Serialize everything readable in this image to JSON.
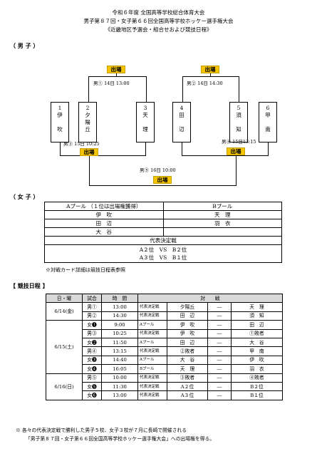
{
  "header": {
    "line1": "令和６年度 全国高等学校総合体育大会",
    "line2": "男子第８７回・女子第６６回全国高等学校ホッケー選手権大会",
    "line3": "《近畿地区予選会・組合せおよび競技日程》"
  },
  "men": {
    "heading": "（ 男 子 ）",
    "badge": "出場",
    "matches": {
      "m1": "男① 14日 13:00",
      "m2": "男② 14日 14:30",
      "m3": "男③ 15日 10:25",
      "m4": "男④ 15日13:15",
      "m5": "男⑤ 16日 10:00"
    },
    "teams": [
      {
        "num": "1",
        "name1": "伊",
        "name2": "",
        "name3": "吹"
      },
      {
        "num": "2",
        "name1": "夕",
        "name2": "陽",
        "name3": "丘"
      },
      {
        "num": "3",
        "name1": "天",
        "name2": "",
        "name3": "理"
      },
      {
        "num": "4",
        "name1": "田",
        "name2": "",
        "name3": "辺"
      },
      {
        "num": "5",
        "name1": "須",
        "name2": "",
        "name3": "知"
      },
      {
        "num": "6",
        "name1": "甲",
        "name2": "",
        "name3": "南"
      }
    ]
  },
  "women": {
    "heading": "（ 女 子 ）",
    "poolA": {
      "title": "Aプール （１位は出場権獲得）",
      "teams": [
        "伊　吹",
        "田　辺",
        "大　谷"
      ]
    },
    "poolB": {
      "title": "Bプール",
      "teams": [
        "天　理",
        "羽　衣",
        ""
      ]
    },
    "playoff": {
      "title": "代表決定戦",
      "line1": "A２位　VS　B２位",
      "line2": "A３位　VS　B１位"
    },
    "note": "※対戦カード詳細は競技日程表参照"
  },
  "schedule": {
    "heading": "【 競技日程 】",
    "headers": [
      "日・曜",
      "試合",
      "時　間",
      "対　　戦"
    ],
    "days": [
      {
        "date": "6/14(金)",
        "rows": [
          {
            "game": "男①",
            "time": "13:00",
            "cat": "代表決定戦",
            "a": "夕陽丘",
            "vs": "―",
            "b": "天　理"
          },
          {
            "game": "男②",
            "time": "14:30",
            "cat": "代表決定戦",
            "a": "田　辺",
            "vs": "―",
            "b": "須　知"
          }
        ]
      },
      {
        "date": "6/15(土)",
        "rows": [
          {
            "game": "女❶",
            "time": "9:00",
            "cat": "Aプール",
            "a": "伊　吹",
            "vs": "―",
            "b": "田　辺"
          },
          {
            "game": "男③",
            "time": "10:25",
            "cat": "代表決定戦",
            "a": "伊　吹",
            "vs": "―",
            "b": "①敗者"
          },
          {
            "game": "女❷",
            "time": "11:50",
            "cat": "Aプール",
            "a": "田　辺",
            "vs": "―",
            "b": "大　谷"
          },
          {
            "game": "男④",
            "time": "13:15",
            "cat": "代表決定戦",
            "a": "②敗者",
            "vs": "―",
            "b": "甲　南"
          },
          {
            "game": "女❸",
            "time": "14:40",
            "cat": "Aプール",
            "a": "大　谷",
            "vs": "―",
            "b": "伊　吹"
          },
          {
            "game": "女❹",
            "time": "16:05",
            "cat": "Bプール",
            "a": "天　理",
            "vs": "―",
            "b": "羽　衣"
          }
        ]
      },
      {
        "date": "6/16(日)",
        "rows": [
          {
            "game": "男⑤",
            "time": "10:00",
            "cat": "代表決定戦",
            "a": "③敗者",
            "vs": "―",
            "b": "④敗者"
          },
          {
            "game": "女❺",
            "time": "11:30",
            "cat": "代表決定戦",
            "a": "A２位",
            "vs": "―",
            "b": "B２位"
          },
          {
            "game": "女❻",
            "time": "13:00",
            "cat": "代表決定戦",
            "a": "A３位",
            "vs": "―",
            "b": "B１位"
          }
        ]
      }
    ]
  },
  "footer": {
    "line1": "※ 各々の代表決定戦で勝利した男子５校、女子３校が７月に長崎で開催される",
    "line2": "「男子第８７回・女子第６６回全国高等学校ホッケー選手権大会」への出場権を得る。"
  },
  "colors": {
    "badge": "#f4c400",
    "table_header": "#d9d9d9"
  }
}
